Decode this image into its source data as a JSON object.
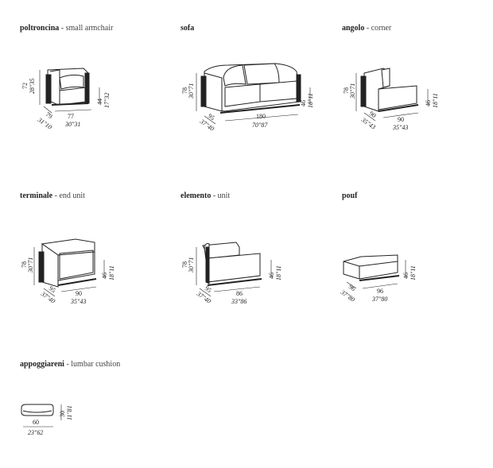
{
  "items": [
    {
      "name_it": "poltroncina",
      "name_en": "small armchair",
      "height_cm": "72",
      "height_in": "28\"35",
      "seat_cm": "44",
      "seat_in": "17\"32",
      "width_cm": "77",
      "width_in": "30\"31",
      "depth_cm": "79",
      "depth_in": "31\"10"
    },
    {
      "name_it": "sofa",
      "name_en": "",
      "height_cm": "78",
      "height_in": "30\"71",
      "seat_cm": "46",
      "seat_in": "18\"11",
      "width_cm": "180",
      "width_in": "70\"87",
      "depth_cm": "95",
      "depth_in": "37\"40"
    },
    {
      "name_it": "angolo",
      "name_en": "corner",
      "height_cm": "78",
      "height_in": "30\"71",
      "seat_cm": "46",
      "seat_in": "18\"11",
      "width_cm": "90",
      "width_in": "35\"43",
      "depth_cm": "90",
      "depth_in": "35\"43"
    },
    {
      "name_it": "terminale",
      "name_en": "end unit",
      "height_cm": "78",
      "height_in": "30\"71",
      "seat_cm": "46",
      "seat_in": "18\"11",
      "width_cm": "90",
      "width_in": "35\"43",
      "depth_cm": "95",
      "depth_in": "37\"40"
    },
    {
      "name_it": "elemento",
      "name_en": "unit",
      "height_cm": "78",
      "height_in": "30\"71",
      "seat_cm": "46",
      "seat_in": "18\"11",
      "width_cm": "86",
      "width_in": "33\"86",
      "depth_cm": "95",
      "depth_in": "37\"40"
    },
    {
      "name_it": "pouf",
      "name_en": "",
      "seat_cm": "46",
      "seat_in": "18\"11",
      "width_cm": "96",
      "width_in": "37\"80",
      "depth_cm": "96",
      "depth_in": "37\"80"
    },
    {
      "name_it": "appoggiareni",
      "name_en": "lumbar cushion",
      "height_cm": "30",
      "height_in": "11\"81",
      "width_cm": "60",
      "width_in": "23\"62"
    }
  ],
  "separator": "-"
}
